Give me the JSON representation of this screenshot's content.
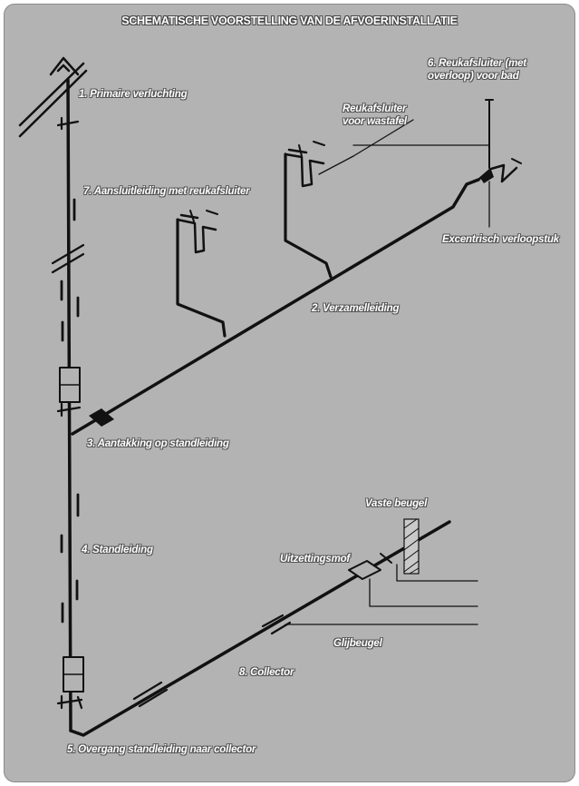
{
  "title": "SCHEMATISCHE VOORSTELLING VAN DE AFVOERINSTALLATIE",
  "labels": {
    "primaire_verluchting": "1. Primaire verluchting",
    "verzamelleiding": "2. Verzamelleiding",
    "aantakking": "3. Aantakking op standleiding",
    "standleiding": "4. Standleiding",
    "overgang": "5. Overgang standleiding naar collector",
    "reukafsluiter_bad_line1": "6. Reukafsluiter (met",
    "reukafsluiter_bad_line2": "overloop) voor bad",
    "aansluitleiding": "7. Aansluitleiding met reukafsluiter",
    "collector": "8. Collector",
    "reukafsluiter_wastafel_line1": "Reukafsluiter",
    "reukafsluiter_wastafel_line2": "voor wastafel",
    "excentrisch": "Excentrisch verloopstuk",
    "vaste_beugel": "Vaste beugel",
    "uitzettingsmof": "Uitzettingsmof",
    "glijbeugel": "Glijbeugel"
  },
  "colors": {
    "background": "#b3b3b3",
    "pipe": "#111111",
    "label": "#ffffff"
  }
}
